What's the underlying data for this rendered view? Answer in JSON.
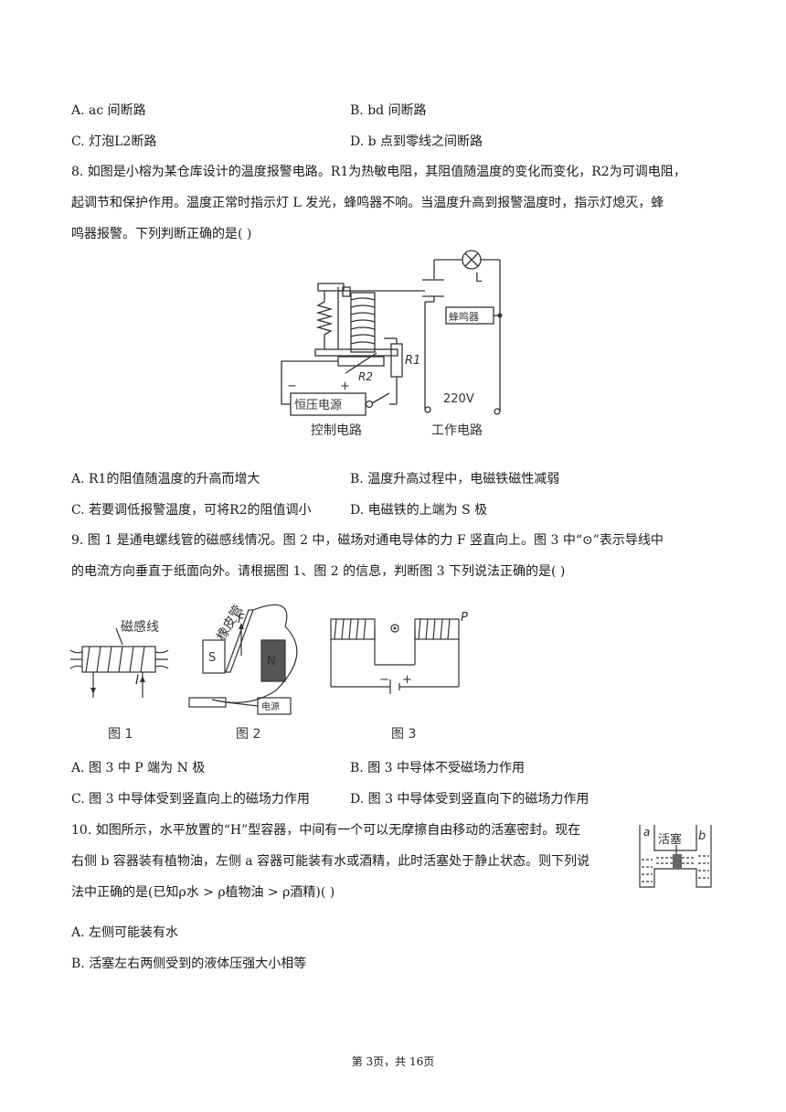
{
  "q7": {
    "optA": "A. ac 间断路",
    "optB": "B. bd 间断路",
    "optC": "C. 灯泡L2断路",
    "optD": "D. b 点到零线之间断路"
  },
  "q8": {
    "stem1": "8. 如图是小榕为某仓库设计的温度报警电路。R1为热敏电阻，其阻值随温度的变化而变化，R2为可调电阻，",
    "stem2": "起调节和保护作用。温度正常时指示灯 L 发光，蜂鸣器不响。当温度升高到报警温度时，指示灯熄灭，蜂",
    "stem3": "鸣器报警。下列判断正确的是(    )",
    "fig": {
      "lamp": "L",
      "buzzer": "蜂鸣器",
      "r1": "R1",
      "r2": "R2",
      "power": "恒压电源",
      "voltage": "220V",
      "ctrl": "控制电路",
      "work": "工作电路",
      "minus": "−",
      "plus": "+"
    },
    "optA": "A. R1的阻值随温度的升高而增大",
    "optB": "B. 温度升高过程中，电磁铁磁性减弱",
    "optC": "C. 若要调低报警温度，可将R2的阻值调小",
    "optD": "D. 电磁铁的上端为 S 极"
  },
  "q9": {
    "stem1": "9. 图 1 是通电螺线管的磁感线情况。图 2 中，磁场对通电导体的力 F 竖直向上。图 3 中“⊙”表示导线中",
    "stem2": "的电流方向垂直于纸面向外。请根据图 1、图 2 的信息，判断图 3 下列说法正确的是(    )",
    "fig": {
      "label1": "磁感线",
      "current": "I",
      "tube": "橡皮管",
      "force": "F",
      "south": "S",
      "north": "N",
      "power": "电源",
      "p": "P",
      "minus": "−",
      "plus": "+",
      "cap1": "图 1",
      "cap2": "图 2",
      "cap3": "图 3"
    },
    "optA": "A. 图 3 中 P 端为 N 极",
    "optB": "B. 图 3 中导体不受磁场力作用",
    "optC": "C. 图 3 中导体受到竖直向上的磁场力作用",
    "optD": "D. 图 3 中导体受到竖直向下的磁场力作用"
  },
  "q10": {
    "stem1": "10. 如图所示，水平放置的“H”型容器，中间有一个可以无摩擦自由移动的活塞密封。现在",
    "stem2": "右侧 b 容器装有植物油，左侧 a 容器可能装有水或酒精，此时活塞处于静止状态。则下列说",
    "stem3": "法中正确的是(已知ρ水 > ρ植物油 > ρ酒精)(    )",
    "fig": {
      "a": "a",
      "piston": "活塞",
      "b": "b"
    },
    "optA": "A. 左侧可能装有水",
    "optB": "B. 活塞左右两侧受到的液体压强大小相等"
  },
  "footer": "第 3页，共 16页"
}
